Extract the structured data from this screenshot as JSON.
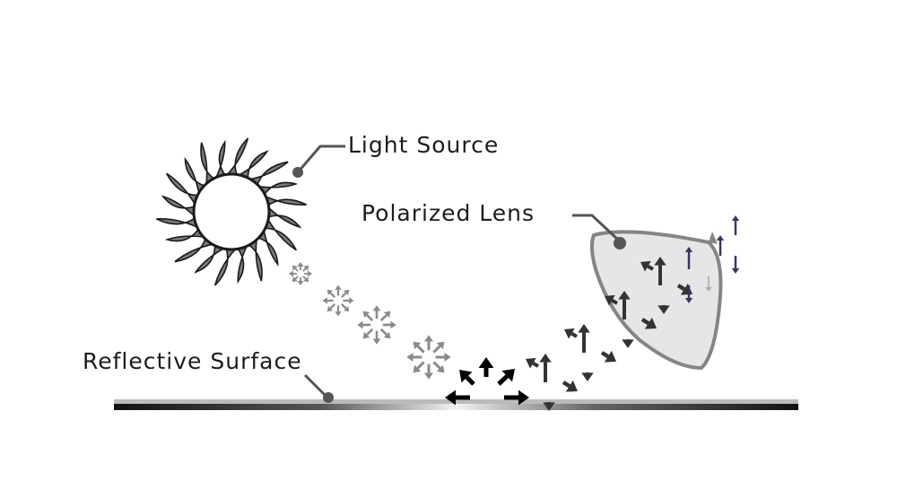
{
  "labels": {
    "light_source": "Light Source",
    "polarized_lens": "Polarized Lens",
    "reflective_surface": "Reflective Surface"
  },
  "colors": {
    "sun_rays": "#7a7a7a",
    "outline": "#1a1a1a",
    "incoming_arrows": "#8a8a8a",
    "reflected_arrows": "#333333",
    "glare_arrows": "#000000",
    "filtered_arrows": "#3a3560",
    "lens_fill": "#e6e6e8",
    "lens_edge": "#858585"
  }
}
